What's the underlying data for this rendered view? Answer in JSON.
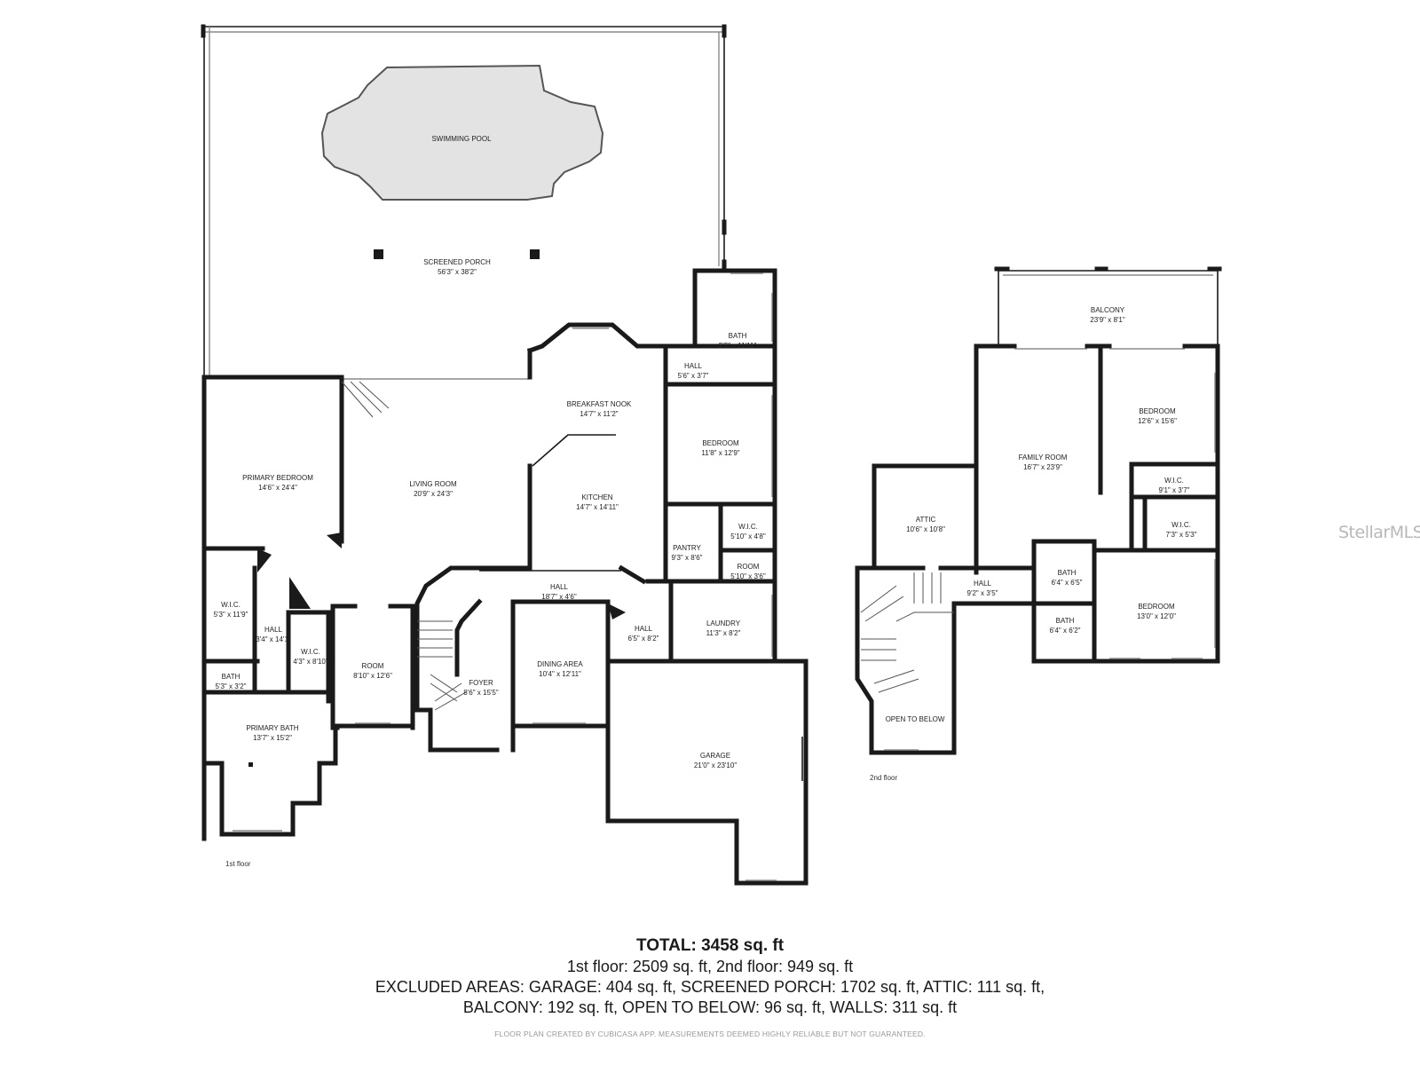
{
  "floors": [
    {
      "label": "1st floor",
      "rooms": [
        {
          "name": "SWIMMING POOL",
          "dim": ""
        },
        {
          "name": "SCREENED PORCH",
          "dim": "56'3\" x 38'2\""
        },
        {
          "name": "BATH",
          "dim": "9'3\" x 11'11\""
        },
        {
          "name": "HALL",
          "dim": "5'6\" x 3'7\""
        },
        {
          "name": "BREAKFAST NOOK",
          "dim": "14'7\" x 11'2\""
        },
        {
          "name": "BEDROOM",
          "dim": "11'8\" x 12'9\""
        },
        {
          "name": "PRIMARY BEDROOM",
          "dim": "14'6\" x 24'4\""
        },
        {
          "name": "LIVING ROOM",
          "dim": "20'9\" x 24'3\""
        },
        {
          "name": "KITCHEN",
          "dim": "14'7\" x 14'11\""
        },
        {
          "name": "W.I.C.",
          "dim": "5'10\" x 4'8\""
        },
        {
          "name": "PANTRY",
          "dim": "9'3\" x 8'6\""
        },
        {
          "name": "ROOM",
          "dim": "5'10\" x 3'6\""
        },
        {
          "name": "HALL",
          "dim": "18'7\" x 4'6\""
        },
        {
          "name": "W.I.C.",
          "dim": "5'3\" x 11'9\""
        },
        {
          "name": "HALL",
          "dim": "3'4\" x 14'1\""
        },
        {
          "name": "W.I.C.",
          "dim": "4'3\" x 8'10\""
        },
        {
          "name": "ROOM",
          "dim": "8'10\" x 12'6\""
        },
        {
          "name": "FOYER",
          "dim": "8'6\" x 15'5\""
        },
        {
          "name": "DINING AREA",
          "dim": "10'4\" x 12'11\""
        },
        {
          "name": "HALL",
          "dim": "6'5\" x 8'2\""
        },
        {
          "name": "LAUNDRY",
          "dim": "11'3\" x 8'2\""
        },
        {
          "name": "BATH",
          "dim": "5'3\" x 3'2\""
        },
        {
          "name": "PRIMARY BATH",
          "dim": "13'7\" x 15'2\""
        },
        {
          "name": "GARAGE",
          "dim": "21'0\" x 23'10\""
        }
      ]
    },
    {
      "label": "2nd floor",
      "rooms": [
        {
          "name": "BALCONY",
          "dim": "23'9\" x 8'1\""
        },
        {
          "name": "BEDROOM",
          "dim": "12'6\" x 15'6\""
        },
        {
          "name": "FAMILY ROOM",
          "dim": "16'7\" x 23'9\""
        },
        {
          "name": "W.I.C.",
          "dim": "9'1\" x 3'7\""
        },
        {
          "name": "ATTIC",
          "dim": "10'6\" x 10'8\""
        },
        {
          "name": "W.I.C.",
          "dim": "7'3\" x 5'3\""
        },
        {
          "name": "BATH",
          "dim": "6'4\" x 6'5\""
        },
        {
          "name": "HALL",
          "dim": "9'2\" x 3'5\""
        },
        {
          "name": "BEDROOM",
          "dim": "13'0\" x 12'0\""
        },
        {
          "name": "BATH",
          "dim": "6'4\" x 6'2\""
        },
        {
          "name": "OPEN TO BELOW",
          "dim": ""
        }
      ]
    }
  ],
  "summary": {
    "total": "TOTAL: 3458 sq. ft",
    "line1": "1st floor: 2509 sq. ft, 2nd floor: 949 sq. ft",
    "line2": "EXCLUDED AREAS: GARAGE: 404 sq. ft, SCREENED PORCH: 1702 sq. ft, ATTIC: 111 sq. ft,",
    "line3": "BALCONY: 192 sq. ft, OPEN TO BELOW: 96 sq. ft, WALLS: 311 sq. ft"
  },
  "footer": "FLOOR PLAN CREATED BY CUBICASA APP. MEASUREMENTS DEEMED HIGHLY RELIABLE BUT NOT GUARANTEED.",
  "watermark": "StellarMLS"
}
